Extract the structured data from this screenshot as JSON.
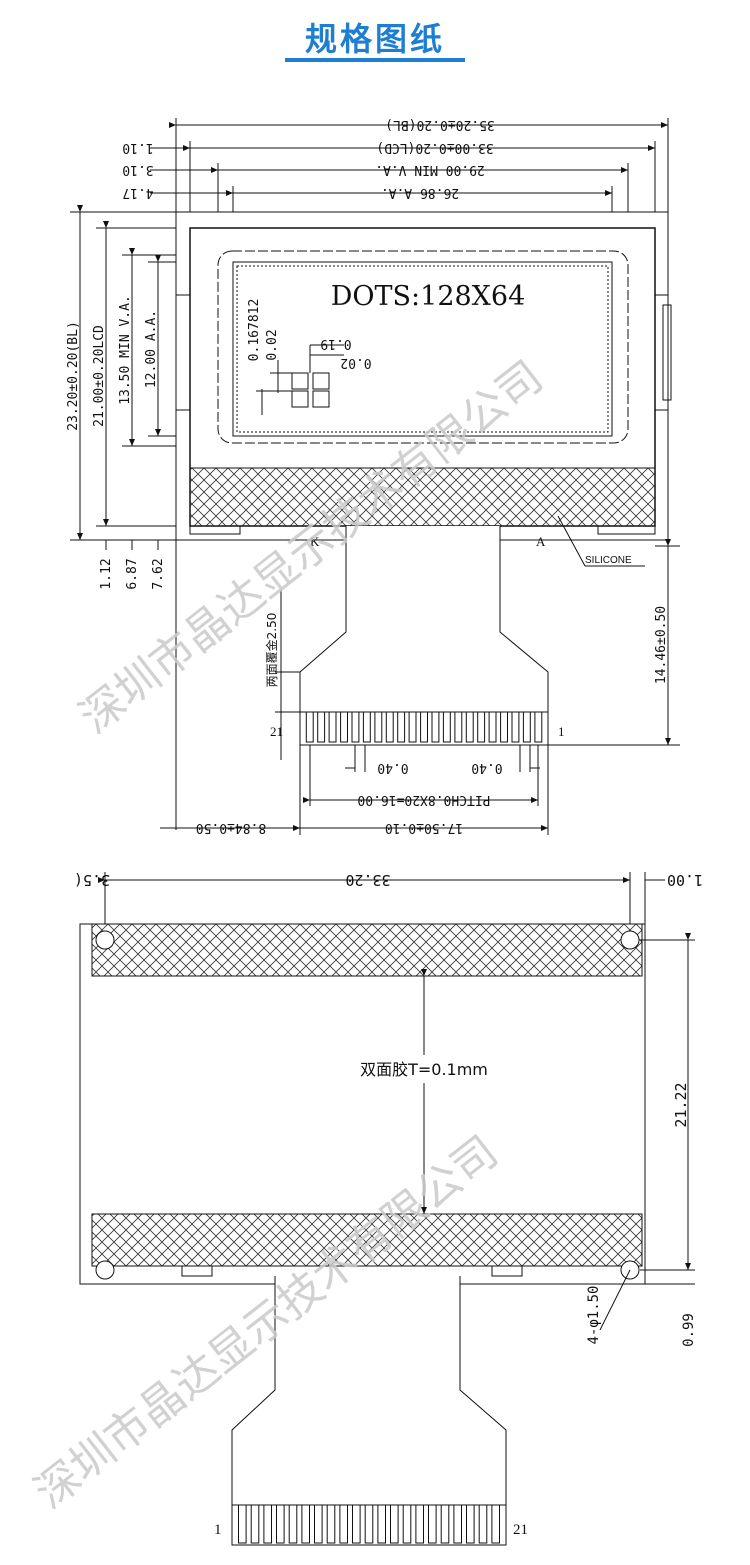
{
  "header": {
    "title": "规格图纸",
    "accent_color": "#1e7fd2"
  },
  "watermark": "深圳市晶达显示技术有限公司",
  "top_view": {
    "dim_bl": "35.20±0.20(BL)",
    "dim_lcd": "33.00±0.20(LCD)",
    "dim_va": "29.00 MIN V.A.",
    "dim_aa": "26.86 A.A.",
    "left_1": "1.10",
    "left_2": "3.10",
    "left_3": "4.17",
    "v_bl": "23.20±0.20(BL)",
    "v_lcd": "21.00±0.20LCD",
    "v_va": "13.50 MIN V.A.",
    "v_aa": "12.00 A.A.",
    "dots": "DOTS:128X64",
    "pix_pitch": "0.167812",
    "pix_gap": "0.02",
    "pix_size": "0.19",
    "pix_gap2": "0.02",
    "bottom_1": "1.12",
    "bottom_2": "6.87",
    "bottom_3": "7.62",
    "k_label": "K",
    "a_label": "A",
    "silicone": "SILICONE",
    "tail_length": "14.46±0.50",
    "stiffener": "两面覆金2.50",
    "pin_21": "21",
    "pin_1": "1",
    "pin_w1": "0.40",
    "pin_w2": "0.40",
    "pitch": "PITCH0.8X20=16.00",
    "fpc_width": "17.50±0.10",
    "fpc_offset": "8.84±0.50"
  },
  "back_view": {
    "dim_top_left": "3.5(",
    "dim_holes": "33.20",
    "dim_top_right": "1.00",
    "tape_label": "双面胶T=0.1mm",
    "dim_height": "21.22",
    "holes": "4-φ1.50",
    "dim_bottom": "0.99",
    "pin_1": "1",
    "pin_21": "21"
  }
}
